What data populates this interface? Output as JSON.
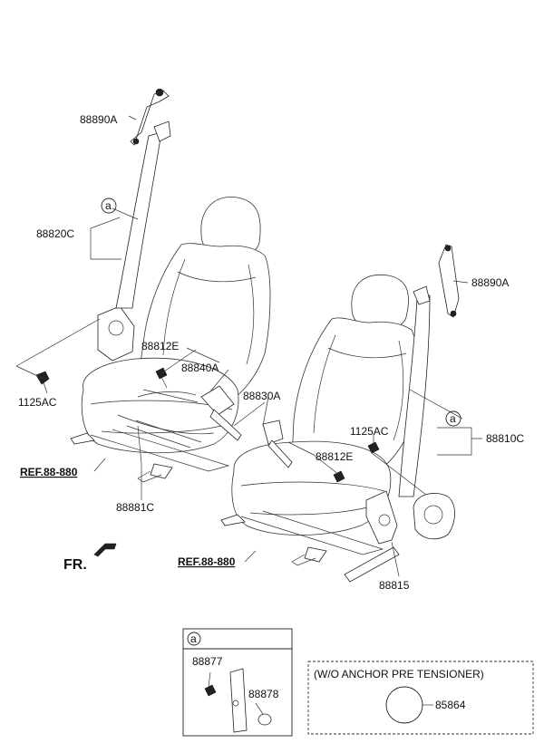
{
  "labels": {
    "l_88890a_top": "88890A",
    "l_88820c": "88820C",
    "l_1125ac_left": "1125AC",
    "l_88812e_left": "88812E",
    "l_88840a": "88840A",
    "l_88830a": "88830A",
    "l_88881c": "88881C",
    "l_88890a_right": "88890A",
    "l_1125ac_right": "1125AC",
    "l_88810c": "88810C",
    "l_88812e_right": "88812E",
    "l_88815": "88815",
    "l_88877": "88877",
    "l_88878": "88878",
    "l_85864": "85864"
  },
  "callouts": {
    "a1": "a",
    "a2": "a",
    "a3": "a"
  },
  "refs": {
    "ref_left": "REF.88-880",
    "ref_right": "REF.88-880"
  },
  "front_indicator": "FR.",
  "note_box": "(W/O ANCHOR PRE TENSIONER)"
}
